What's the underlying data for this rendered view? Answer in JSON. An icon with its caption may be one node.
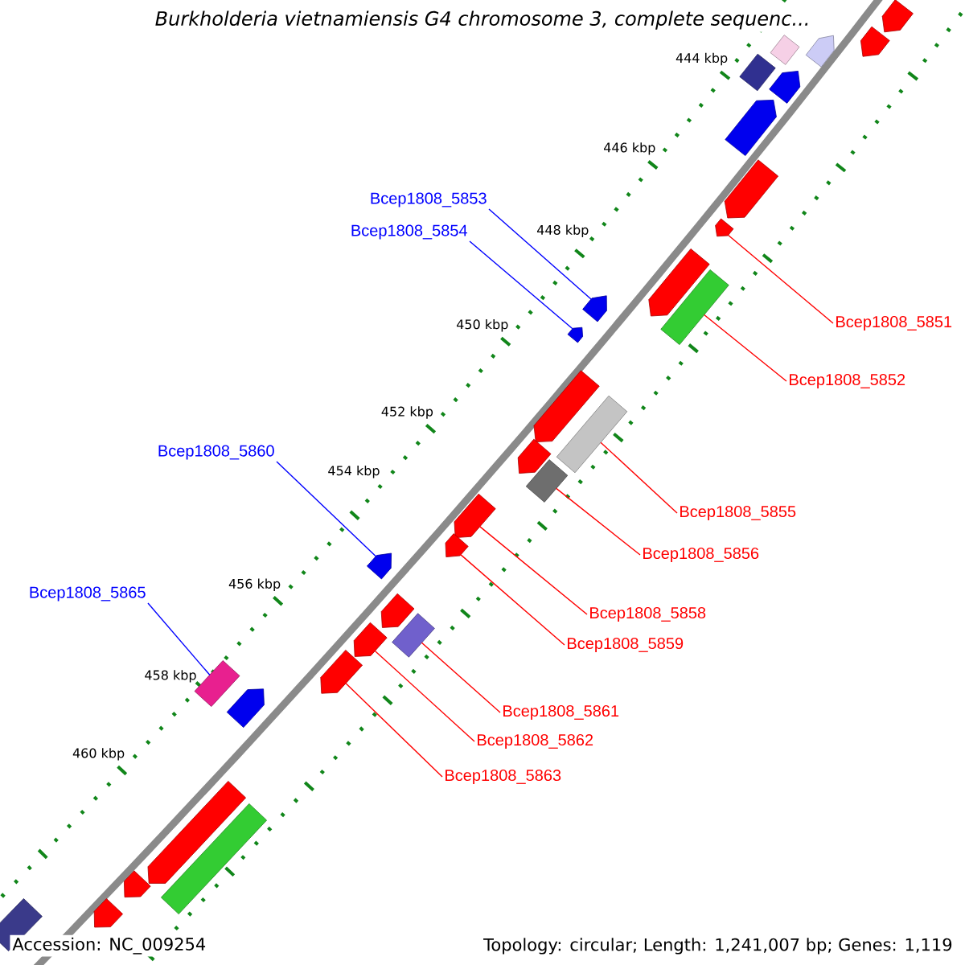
{
  "diagram": {
    "title": "Burkholderia vietnamiensis G4 chromosome 3, complete sequenc...",
    "nodes": [
      {
        "text": [
          "Bcep1808_5853"
        ]
      },
      {
        "text": [],
        "shape": "pentagon"
      },
      {
        "text": [
          "Bcep1808_5854"
        ]
      },
      {
        "text": [],
        "shape": "pentagon"
      },
      {
        "text": [
          "Bcep1808_5851"
        ]
      },
      {
        "text": [],
        "shape": "pentagon"
      },
      {
        "text": [
          "Bcep1808_5852"
        ]
      },
      {
        "text": [],
        "shape": "box"
      },
      {
        "text": [
          "Bcep1808_5860"
        ]
      },
      {
        "text": [],
        "shape": "pentagon"
      },
      {
        "text": [
          "Bcep1808_5855"
        ]
      },
      {
        "text": [],
        "shape": "box"
      },
      {
        "text": [
          "Bcep1808_5856"
        ]
      },
      {
        "text": [],
        "shape": "box"
      },
      {
        "text": [
          "Bcep1808_5865"
        ]
      },
      {
        "text": [],
        "shape": "box"
      },
      {
        "text": [
          "Bcep1808_5858"
        ]
      },
      {
        "text": [],
        "shape": "pentagon"
      },
      {
        "text": [
          "Bcep1808_5859"
        ]
      },
      {
        "text": [],
        "shape": "pentagon"
      },
      {
        "text": [
          "Bcep1808_5861"
        ]
      },
      {
        "text": [],
        "shape": "box"
      },
      {
        "text": [
          "Bcep1808_5862"
        ]
      },
      {
        "text": [],
        "shape": "pentagon"
      },
      {
        "text": [
          "Bcep1808_5863"
        ]
      },
      {
        "text": [],
        "shape": "pentagon"
      },
      {
        "text": [],
        "shape": "pentagon"
      },
      {
        "text": [],
        "shape": "box"
      },
      {
        "text": [],
        "shape": "pentagon"
      },
      {
        "text": [],
        "shape": "pentagon"
      },
      {
        "text": [],
        "shape": "box"
      },
      {
        "text": [],
        "shape": "pentagon"
      },
      {
        "text": [],
        "shape": "pentagon"
      },
      {
        "text": [],
        "shape": "pentagon"
      },
      {
        "text": [],
        "shape": "pentagon"
      },
      {
        "text": [],
        "shape": "pentagon"
      },
      {
        "text": [],
        "shape": "pentagon"
      },
      {
        "text": [],
        "shape": "pentagon"
      },
      {
        "text": [],
        "shape": "pentagon"
      },
      {
        "text": [],
        "shape": "pentagon"
      },
      {
        "text": [],
        "shape": "box"
      },
      {
        "text": [],
        "shape": "pentagon"
      },
      {
        "text": [],
        "shape": "pentagon"
      },
      {
        "text": [],
        "shape": "box"
      }
    ],
    "edges": [
      {
        "from": 0,
        "to": 1,
        "arrow": "none",
        "color": "#0000ff"
      },
      {
        "from": 2,
        "to": 3,
        "arrow": "none",
        "color": "#0000ff"
      },
      {
        "from": 4,
        "to": 5,
        "arrow": "none"
      },
      {
        "from": 6,
        "to": 7,
        "arrow": "none"
      },
      {
        "from": 8,
        "to": 9,
        "arrow": "none",
        "color": "#0000ff"
      },
      {
        "from": 10,
        "to": 11,
        "arrow": "none"
      },
      {
        "from": 12,
        "to": 13,
        "arrow": "none"
      },
      {
        "from": 14,
        "to": 15,
        "arrow": "none",
        "color": "#0000ff"
      },
      {
        "from": 16,
        "to": 17,
        "arrow": "none"
      },
      {
        "from": 18,
        "to": 19,
        "arrow": "none"
      },
      {
        "from": 20,
        "to": 21,
        "arrow": "none"
      },
      {
        "from": 22,
        "to": 23,
        "arrow": "none"
      },
      {
        "from": 24,
        "to": 25,
        "arrow": "none"
      }
    ],
    "labels": [
      "444 kbp",
      "446 kbp",
      "448 kbp",
      "450 kbp",
      "452 kbp",
      "454 kbp",
      "456 kbp",
      "458 kbp",
      "460 kbp",
      "Accession: NC_009254",
      "Topology: circular; Length: 1,241,007 bp; Genes: 1,119"
    ]
  }
}
